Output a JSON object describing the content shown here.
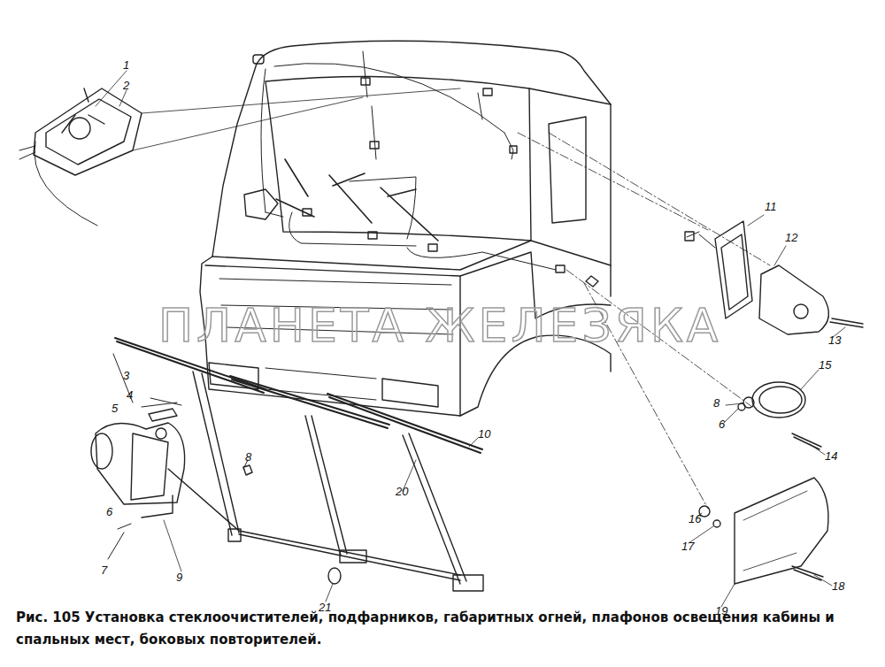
{
  "diagram": {
    "caption": "Рис. 105 Установка стеклоочистителей, подфарников, габаритных огней, плафонов освещения кабины и спальных мест, боковых повторителей.",
    "labels": [
      "1",
      "2",
      "3",
      "4",
      "5",
      "6",
      "7",
      "8",
      "9",
      "10",
      "11",
      "12",
      "13",
      "8",
      "6",
      "15",
      "14",
      "16",
      "17",
      "18",
      "19",
      "20",
      "21",
      "ПЛАНЕТА ЖЕЛЕЗЯКА"
    ]
  }
}
